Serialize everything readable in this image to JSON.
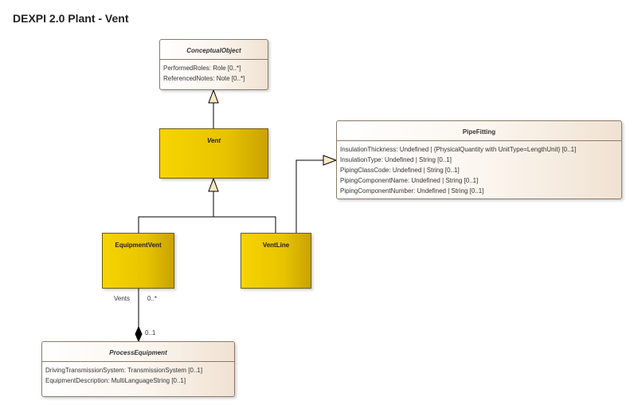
{
  "diagram": {
    "title": "DEXPI 2.0 Plant - Vent"
  },
  "classes": {
    "conceptual_object": {
      "name": "ConceptualObject",
      "attributes": [
        "PerformedRoles: Role [0..*]",
        "ReferencedNotes: Note [0..*]"
      ]
    },
    "vent": {
      "name": "Vent"
    },
    "pipe_fitting": {
      "name": "PipeFitting",
      "attributes": [
        "InsulationThickness: Undefined | {PhysicalQuantity with UnitType=LengthUnit} [0..1]",
        "InsulationType: Undefined | String [0..1]",
        "PipingClassCode: Undefined | String [0..1]",
        "PipingComponentName: Undefined | String [0..1]",
        "PipingComponentNumber: Undefined | String [0..1]"
      ]
    },
    "equipment_vent": {
      "name": "EquipmentVent"
    },
    "vent_line": {
      "name": "VentLine"
    },
    "process_equipment": {
      "name": "ProcessEquipment",
      "attributes": [
        "DrivingTransmissionSystem: TransmissionSystem [0..1]",
        "EquipmentDescription: MultiLanguageString [0..1]"
      ]
    }
  },
  "association": {
    "role_label": "Vents",
    "target_multiplicity": "0..*",
    "source_multiplicity": "0..1"
  },
  "colors": {
    "abstract_class_fill": "#f6d400",
    "class_fill": "#fbf5ee",
    "line": "#000000"
  }
}
